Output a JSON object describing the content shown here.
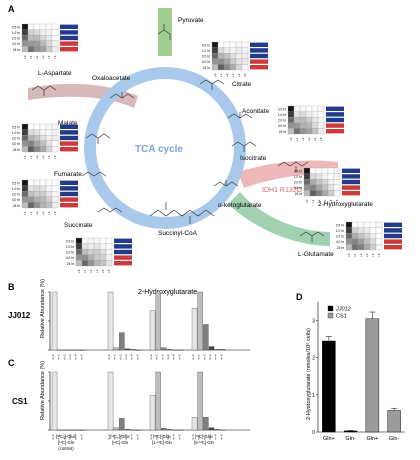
{
  "panelA": {
    "letter": "A",
    "center_label": "TCA cycle",
    "metabolites": {
      "pyruvate": "Pyruvate",
      "citrate": "Citrate",
      "aconitate": "Aconitate",
      "isocitrate": "Isocitrate",
      "akg": "α-ketoglutarate",
      "succinyl_coa": "Succinyl-CoA",
      "succinate": "Succinate",
      "fumarate": "Fumarate",
      "malate": "Malate",
      "oxaloacetate": "Oxaloacetate",
      "aspartate": "L-Aspartate",
      "hydroxyglutarate": "2-Hydroxyglutarate",
      "glutamate": "L-Glutamate"
    },
    "enzyme_label": "IDH1 R132G",
    "heatmap_row_labels": [
      "0.5 hr",
      "1.0 hr",
      "2.0 hr",
      "4.0 hr",
      "24 hr"
    ],
    "heatmap_col_labels": [
      "+0",
      "+1",
      "+2",
      "+3",
      "+4",
      "+5"
    ],
    "colors": {
      "cycle": "#a9c9ec",
      "pyruvate_branch": "#8fc47c",
      "aspartate_branch": "#c79b9b",
      "hg_branch": "#e8a0a0",
      "glutamate_branch": "#8fc9a3",
      "enzyme_text": "#d07070",
      "bar_blue": "#223a8c",
      "bar_red": "#cc3b3b"
    }
  },
  "panelB": {
    "letter": "B",
    "row_label": "JJ012",
    "title": "2-Hydroxyglutarate",
    "ylabel": "Relative Abundance (%)"
  },
  "panelC": {
    "letter": "C",
    "row_label": "CS1",
    "ylabel": "Relative Abundance (%)",
    "condition_lines": [
      [
        "[¹³C₆]-Gluc",
        "[¹²C]-Gln",
        "(control)"
      ],
      [
        "[¹³C₆]-Gluc",
        "[¹²C]-Gln"
      ],
      [
        "[¹²C]-Gluc",
        "[1-¹³C]-Gln"
      ],
      [
        "[¹²C]-Gluc",
        "[5-¹³C]-Gln"
      ]
    ]
  },
  "panelD": {
    "letter": "D",
    "ylabel": "2-Hydroxyglutarate (nmoles/10⁶ cells)",
    "legend": [
      "JJ012",
      "CS1"
    ],
    "legend_colors": [
      "#000000",
      "#9a9a9a"
    ]
  },
  "chart_data": [
    {
      "type": "bar",
      "panel": "B",
      "title": "2-Hydroxyglutarate",
      "ylabel": "Relative Abundance (%)",
      "categories": [
        "m+0",
        "m+1",
        "m+2",
        "m+3",
        "m+4",
        "m+5"
      ],
      "series": [
        {
          "values": [
            100,
            0,
            0,
            0,
            0,
            0
          ]
        },
        {
          "values": [
            100,
            4,
            30,
            2,
            1,
            0
          ]
        },
        {
          "values": [
            68,
            100,
            4,
            1,
            0,
            0
          ]
        },
        {
          "values": [
            72,
            100,
            44,
            6,
            1,
            1
          ]
        }
      ],
      "ylim": [
        0,
        100
      ]
    },
    {
      "type": "bar",
      "panel": "C",
      "ylabel": "Relative Abundance (%)",
      "categories": [
        "m+0",
        "m+1",
        "m+2",
        "m+3",
        "m+4",
        "m+5"
      ],
      "series": [
        {
          "values": [
            100,
            0,
            0,
            0,
            0,
            0
          ]
        },
        {
          "values": [
            100,
            4,
            20,
            1,
            0,
            0
          ]
        },
        {
          "values": [
            60,
            100,
            3,
            1,
            0,
            0
          ]
        },
        {
          "values": [
            22,
            100,
            22,
            4,
            1,
            0
          ]
        }
      ],
      "ylim": [
        0,
        100
      ]
    },
    {
      "type": "bar",
      "panel": "D",
      "ylabel": "2-Hydroxyglutarate (nmoles/10⁶ cells)",
      "categories": [
        "Gln+",
        "Gln-",
        "Gln+",
        "Gln-"
      ],
      "series": [
        {
          "name": "JJ012",
          "values": [
            2.45,
            0.03,
            null,
            null
          ],
          "errors": [
            0.12,
            0.01,
            0,
            0
          ]
        },
        {
          "name": "CS1",
          "values": [
            null,
            null,
            3.05,
            0.58
          ],
          "errors": [
            0,
            0,
            0.18,
            0.06
          ]
        }
      ],
      "yticks": [
        0,
        1,
        2,
        3
      ],
      "ylim": [
        0,
        3.5
      ]
    }
  ]
}
